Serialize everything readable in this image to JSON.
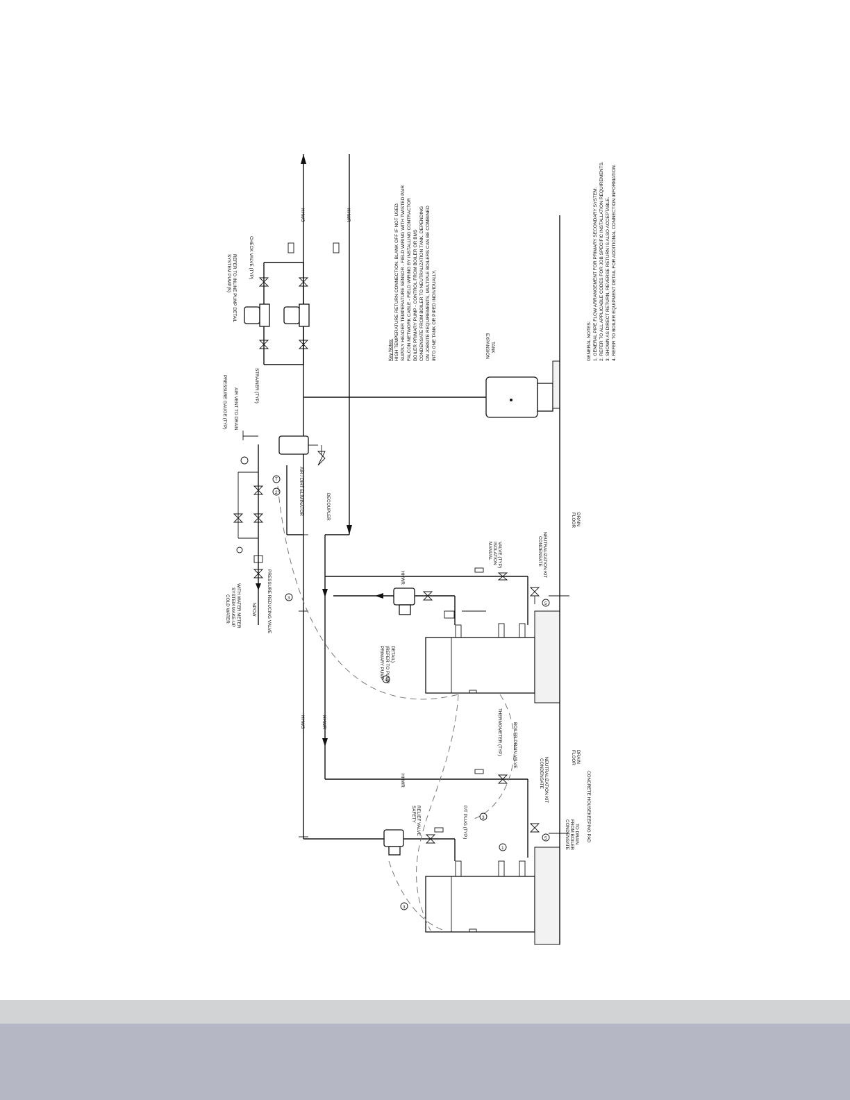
{
  "labels": {
    "hhws_a": "HHWS",
    "hhws_b": "HHWS",
    "hhwr_a": "HHWR",
    "hhwr_b": "HHWR",
    "hhwr_c": "HHWR",
    "hhwr_d": "HHWR",
    "npcw": "NPCW",
    "cold_water": "COLD WATER",
    "system_makeup": "SYSTEM MAKE-UP",
    "with_water_meter": "WITH WATER METER",
    "pressure_reducing_valve": "PRESSURE REDUCING VALVE",
    "pressure_gauge": "PRESSURE GAUGE (TYP)",
    "air_vent": "AIR VENT TO DRAIN",
    "strainer": "STRAINER (TYP)",
    "system_pumps_1": "SYSTEM PUMP(S)",
    "system_pumps_2": "REFER TO INLINE PUMP DETAIL",
    "check_valve": "CHECK VALVE (TYP)",
    "air_dirt_eliminator": "AIR / DIRT ELIMINATOR",
    "decoupler": "DECOUPLER",
    "expansion_1": "EXPANSION",
    "expansion_2": "TANK",
    "manual_iso_1": "MANUAL",
    "manual_iso_2": "ISOLATION",
    "manual_iso_3": "VALVE (TYP)",
    "cond_neut_1": "CONDENSATE",
    "cond_neut_2": "NEUTRALIZATION KIT",
    "floor_drain_1": "FLOOR",
    "floor_drain_2": "DRAIN",
    "primary_pump_1": "PRIMARY PUMP",
    "primary_pump_2": "(REFER TO PUMP",
    "primary_pump_3": "DETAIL)",
    "thermometer": "THERMOMETER (TYP)",
    "boiler_drain_valve": "BOILER DRAIN VALVE",
    "cond_neut_b1": "CONDENSATE",
    "cond_neut_b2": "NEUTRALIZATION KIT",
    "floor_drain_b1": "FLOOR",
    "floor_drain_b2": "DRAIN",
    "safety_relief_1": "SAFETY",
    "safety_relief_2": "RELIEF VALVE",
    "pt_plug": "P/T PLUG (TYP.)",
    "cond_from_boiler_1": "CONDENSATE",
    "cond_from_boiler_2": "FROM BOILER",
    "cond_from_boiler_3": "TO DRAIN",
    "concrete_pad": "CONCRETE HOUSEKEEPING PAD",
    "tag_t": "T",
    "n1": "1",
    "n2": "2",
    "n3": "3",
    "n4": "4",
    "n5": "5"
  },
  "key_notes": {
    "title": "Key Notes:",
    "items": [
      "HIGH TEMPERATURE RETURN CONNECTION. BLANK OFF IF NOT USED.",
      "SUPPLY HEADER TEMPERATURE SENSOR - FIELD WIRING WITH TWISTED PAIR",
      "FALCON NETWORK CABLE - FIELD WIRING BY INSTALLING CONTRACTOR",
      "BOILER PRIMARY PUMP - CONTROL FROM BOILER OR BMS",
      "CONDENSATE FROM BOILER TO NEUTRALIZATION TANK. DEPENDING",
      "ON JOBSITE REQUIREMENTS, MULTIPLE BOILERS CAN BE COMBINED",
      "INTO ONE TANK OR PIPED INDIVIDUALLY."
    ]
  },
  "general_notes": {
    "title": "GENERAL NOTES:",
    "items": [
      "1. GENERAL PIPE FLOW ARRANGEMENT FOR PRIMARY SECONDARY SYSTEM.",
      "2. REFER TO ALL APPLICABLE CODES FOR JOB SPECIFIC INSTALLATION REQUIREMENTS.",
      "3. SHOWN AS DIRECT RETURN, REVERSE RETURN IS ALSO ACCEPTABLE.",
      "4. REFER TO BOILER EQUIPMENT DETAIL FOR ADDITIONAL CONNECTION INFORMATION."
    ]
  },
  "colors": {
    "line": "#111111",
    "footer_light": "#d1d3d4",
    "footer_dark": "#b5b8c4"
  }
}
